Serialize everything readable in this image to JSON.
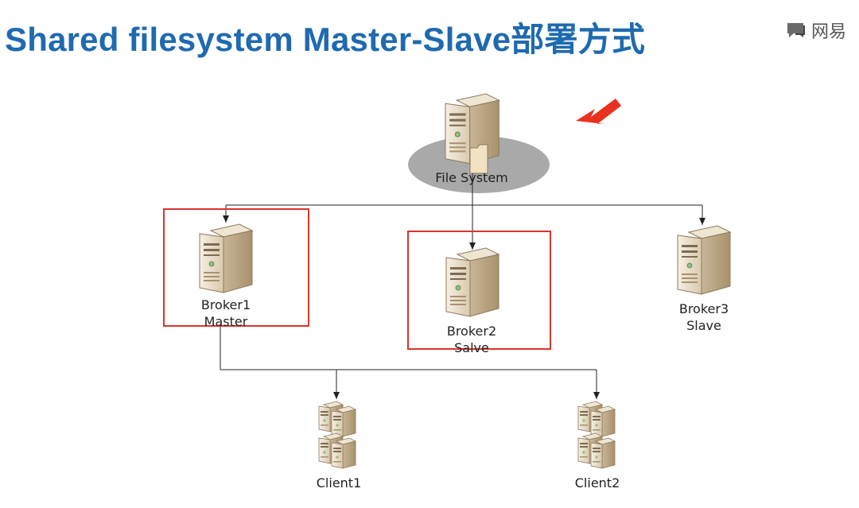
{
  "title": "Shared filesystem Master-Slave部署方式",
  "brand": {
    "text": "网易",
    "icon": "chat-bubble-icon"
  },
  "file_system": {
    "label": "File System"
  },
  "brokers": [
    {
      "name": "Broker1",
      "role": "Master",
      "highlighted": true
    },
    {
      "name": "Broker2",
      "role": "Salve",
      "highlighted": true
    },
    {
      "name": "Broker3",
      "role": "Slave",
      "highlighted": false
    }
  ],
  "clients": [
    {
      "name": "Client1"
    },
    {
      "name": "Client2"
    }
  ],
  "colors": {
    "title": "#1f6ab0",
    "highlight_box": "#d9342b",
    "arrow": "#e8311f",
    "server_body": "#ece1cf",
    "ellipse": "#a9a9a9"
  }
}
